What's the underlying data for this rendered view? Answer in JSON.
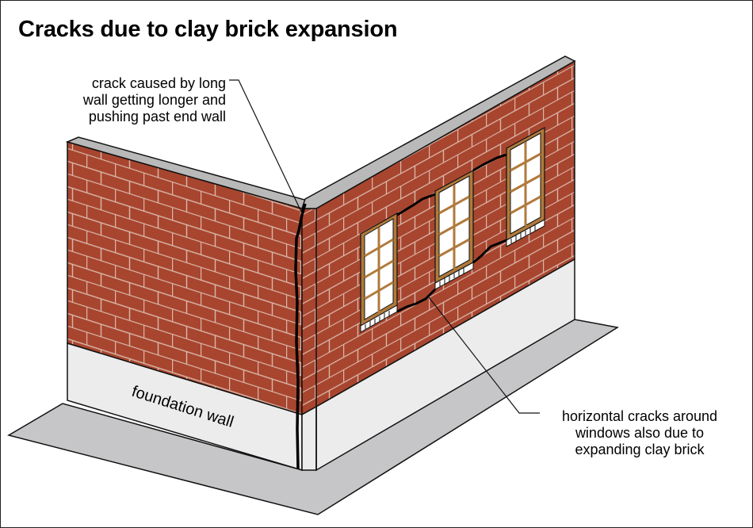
{
  "title": "Cracks due to clay brick expansion",
  "labels": {
    "vertical_crack": [
      "crack caused by long",
      "wall getting longer and",
      "pushing past end wall"
    ],
    "foundation": "foundation wall",
    "horizontal_cracks": [
      "horizontal cracks around",
      "windows also due to",
      "expanding clay brick"
    ]
  },
  "colors": {
    "brick": "#a8452f",
    "mortar": "#d9b7a8",
    "foundation": "#ececec",
    "ground": "#c6c6c8",
    "cap": "#b9b9b9",
    "frame": "#b07a3c",
    "crack": "#000000"
  }
}
